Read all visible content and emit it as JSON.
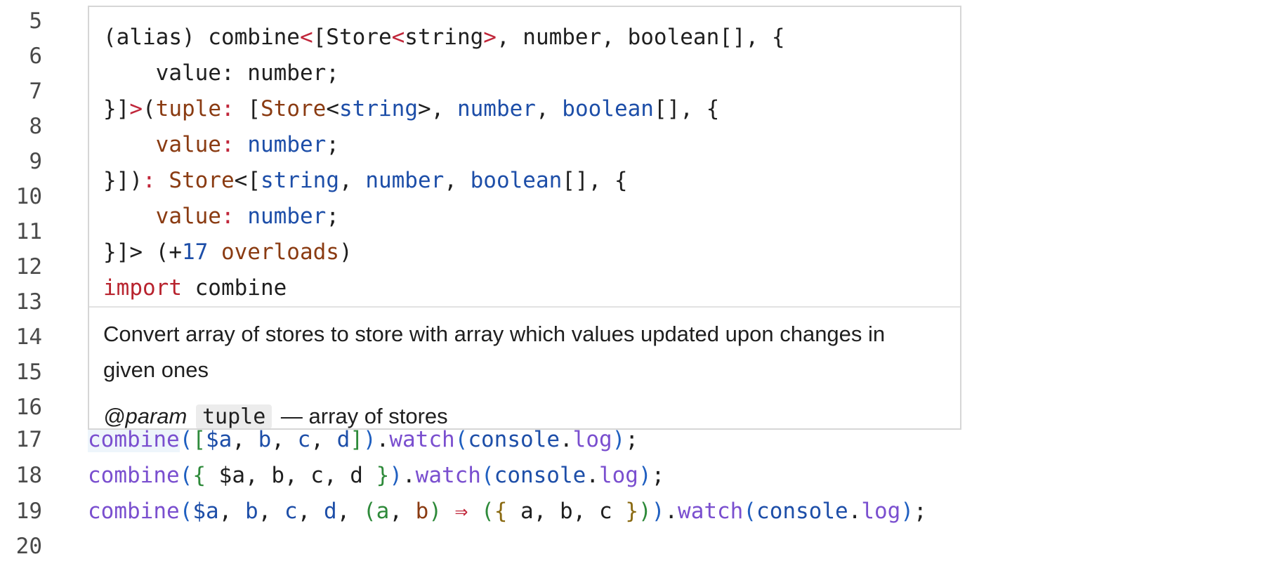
{
  "line_numbers": [
    "5",
    "6",
    "7",
    "8",
    "9",
    "10",
    "11",
    "12",
    "13",
    "14",
    "15",
    "16",
    "17",
    "18",
    "19",
    "20"
  ],
  "hover": {
    "signature": [
      [
        [
          "t-plain",
          "(alias) combine"
        ],
        [
          "t-lt",
          "<"
        ],
        [
          "t-plain",
          "[Store"
        ],
        [
          "t-lt",
          "<"
        ],
        [
          "t-plain",
          "string"
        ],
        [
          "t-lt",
          ">"
        ],
        [
          "t-plain",
          ", number, boolean[], {"
        ]
      ],
      [
        [
          "t-plain",
          "    value: number;"
        ]
      ],
      [
        [
          "t-plain",
          "}]"
        ],
        [
          "t-lt",
          ">"
        ],
        [
          "t-plain",
          "("
        ],
        [
          "t-param",
          "tuple"
        ],
        [
          "t-lt",
          ":"
        ],
        [
          "t-plain",
          " ["
        ],
        [
          "t-class",
          "Store"
        ],
        [
          "t-plain",
          "<"
        ],
        [
          "t-type",
          "string"
        ],
        [
          "t-plain",
          ">, "
        ],
        [
          "t-type",
          "number"
        ],
        [
          "t-plain",
          ", "
        ],
        [
          "t-type",
          "boolean"
        ],
        [
          "t-plain",
          "[], {"
        ]
      ],
      [
        [
          "t-plain",
          "    "
        ],
        [
          "t-param",
          "value"
        ],
        [
          "t-lt",
          ":"
        ],
        [
          "t-plain",
          " "
        ],
        [
          "t-type",
          "number"
        ],
        [
          "t-plain",
          ";"
        ]
      ],
      [
        [
          "t-plain",
          "}])"
        ],
        [
          "t-lt",
          ":"
        ],
        [
          "t-plain",
          " "
        ],
        [
          "t-class",
          "Store"
        ],
        [
          "t-plain",
          "<["
        ],
        [
          "t-type",
          "string"
        ],
        [
          "t-plain",
          ", "
        ],
        [
          "t-type",
          "number"
        ],
        [
          "t-plain",
          ", "
        ],
        [
          "t-type",
          "boolean"
        ],
        [
          "t-plain",
          "[], {"
        ]
      ],
      [
        [
          "t-plain",
          "    "
        ],
        [
          "t-param",
          "value"
        ],
        [
          "t-lt",
          ":"
        ],
        [
          "t-plain",
          " "
        ],
        [
          "t-type",
          "number"
        ],
        [
          "t-plain",
          ";"
        ]
      ],
      [
        [
          "t-plain",
          "}]> (+"
        ],
        [
          "t-num",
          "17"
        ],
        [
          "t-plain",
          " "
        ],
        [
          "t-param",
          "overloads"
        ],
        [
          "t-plain",
          ")"
        ]
      ],
      [
        [
          "t-kw",
          "import"
        ],
        [
          "t-plain",
          " combine"
        ]
      ]
    ],
    "description": "Convert array of stores to store with array which values updated upon changes in given ones",
    "param_tag": "@param",
    "param_name": "tuple",
    "param_desc": "— array of stores"
  },
  "code_lines": [
    [
      [
        "c-fn hl-ref",
        "combine"
      ],
      [
        "c-br1",
        "("
      ],
      [
        "c-br2",
        "["
      ],
      [
        "c-var",
        "$a"
      ],
      [
        "c-plain",
        ", "
      ],
      [
        "c-var",
        "b"
      ],
      [
        "c-plain",
        ", "
      ],
      [
        "c-var",
        "c"
      ],
      [
        "c-plain",
        ", "
      ],
      [
        "c-var",
        "d"
      ],
      [
        "c-br2",
        "]"
      ],
      [
        "c-br1",
        ")"
      ],
      [
        "c-plain",
        "."
      ],
      [
        "c-fn",
        "watch"
      ],
      [
        "c-br1",
        "("
      ],
      [
        "c-obj",
        "console"
      ],
      [
        "c-plain",
        "."
      ],
      [
        "c-fn",
        "log"
      ],
      [
        "c-br1",
        ")"
      ],
      [
        "c-plain",
        ";"
      ]
    ],
    [
      [
        "c-fn",
        "combine"
      ],
      [
        "c-br1",
        "("
      ],
      [
        "c-br2",
        "{"
      ],
      [
        "c-plain",
        " $a, b, c, d "
      ],
      [
        "c-br2",
        "}"
      ],
      [
        "c-br1",
        ")"
      ],
      [
        "c-plain",
        "."
      ],
      [
        "c-fn",
        "watch"
      ],
      [
        "c-br1",
        "("
      ],
      [
        "c-obj",
        "console"
      ],
      [
        "c-plain",
        "."
      ],
      [
        "c-fn",
        "log"
      ],
      [
        "c-br1",
        ")"
      ],
      [
        "c-plain",
        ";"
      ]
    ],
    [
      [
        "c-fn",
        "combine"
      ],
      [
        "c-br1",
        "("
      ],
      [
        "c-var",
        "$a"
      ],
      [
        "c-plain",
        ", "
      ],
      [
        "c-var",
        "b"
      ],
      [
        "c-plain",
        ", "
      ],
      [
        "c-var",
        "c"
      ],
      [
        "c-plain",
        ", "
      ],
      [
        "c-var",
        "d"
      ],
      [
        "c-plain",
        ", "
      ],
      [
        "c-br2",
        "("
      ],
      [
        "c-param-a",
        "a"
      ],
      [
        "c-plain",
        ", "
      ],
      [
        "c-param-b",
        "b"
      ],
      [
        "c-br2",
        ")"
      ],
      [
        "c-plain",
        " "
      ],
      [
        "c-arrow",
        "⇒"
      ],
      [
        "c-plain",
        " "
      ],
      [
        "c-br2",
        "("
      ],
      [
        "c-br3",
        "{"
      ],
      [
        "c-plain",
        " a, b, c "
      ],
      [
        "c-br3",
        "}"
      ],
      [
        "c-br2",
        ")"
      ],
      [
        "c-br1",
        ")"
      ],
      [
        "c-plain",
        "."
      ],
      [
        "c-fn",
        "watch"
      ],
      [
        "c-br1",
        "("
      ],
      [
        "c-obj",
        "console"
      ],
      [
        "c-plain",
        "."
      ],
      [
        "c-fn",
        "log"
      ],
      [
        "c-br1",
        ")"
      ],
      [
        "c-plain",
        ";"
      ]
    ]
  ]
}
